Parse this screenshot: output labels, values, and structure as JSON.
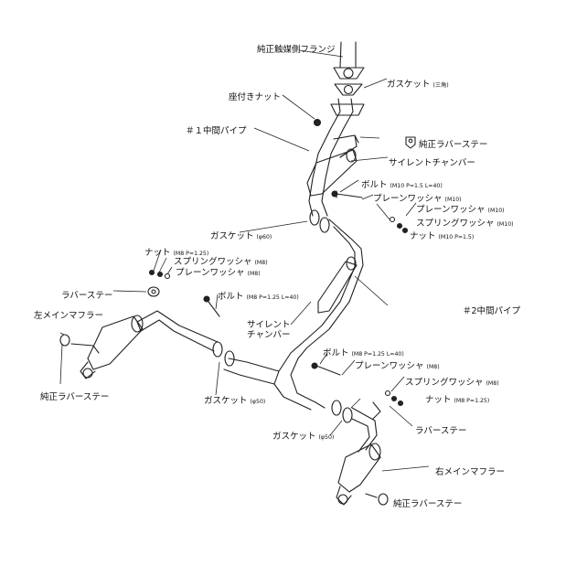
{
  "labels": {
    "flange": "純正触媒側フランジ",
    "gasket_tri": "ガスケット",
    "gasket_tri_note": "(三角)",
    "seat_nut": "座付きナット",
    "pipe1": "＃１中間パイプ",
    "rubber_top": "純正ラバーステー",
    "silent_top": "サイレントチャンバー",
    "bolt_m10": "ボルト",
    "bolt_m10_spec": "(M10 P=1.5 L=40)",
    "plain_washer_top": "プレーンワッシャ",
    "plain_washer_top_spec": "(M10)",
    "plain_washer_top2": "プレーンワッシャ",
    "plain_washer_top2_spec": "(M10)",
    "spring_washer_top": "スプリングワッシャ",
    "spring_washer_top_spec": "(M10)",
    "nut_top": "ナット",
    "nut_top_spec": "(M10 P=1.5)",
    "gasket60": "ガスケット",
    "gasket60_spec": "(φ60)",
    "nut_left": "ナット",
    "nut_left_spec": "(M8 P=1.25)",
    "spring_washer_left": "スプリングワッシャ",
    "spring_washer_left_spec": "(M8)",
    "plain_washer_left": "プレーンワッシャ",
    "plain_washer_left_spec": "(M8)",
    "rubber_stay_left": "ラバーステー",
    "bolt_left": "ボルト",
    "bolt_left_spec": "(M8 P=1.25 L=40)",
    "pipe2": "＃2中間パイプ",
    "left_muffler": "左メインマフラー",
    "silent_mid_line1": "サイレント",
    "silent_mid_line2": "チャンバー",
    "bolt_right": "ボルト",
    "bolt_right_spec": "(M8 P=1.25 L=40)",
    "plain_washer_right": "プレーンワッシャ",
    "plain_washer_right_spec": "(M8)",
    "spring_washer_right": "スプリングワッシャ",
    "spring_washer_right_spec": "(M8)",
    "nut_right": "ナット",
    "nut_right_spec": "(M8 P=1.25)",
    "rubber_left_bottom": "純正ラバーステー",
    "gasket50_left": "ガスケット",
    "gasket50_left_spec": "(φ50)",
    "rubber_stay_right": "ラバーステー",
    "gasket50_right": "ガスケット",
    "gasket50_right_spec": "(φ50)",
    "right_muffler": "右メインマフラー",
    "rubber_right_bottom": "純正ラバーステー"
  }
}
